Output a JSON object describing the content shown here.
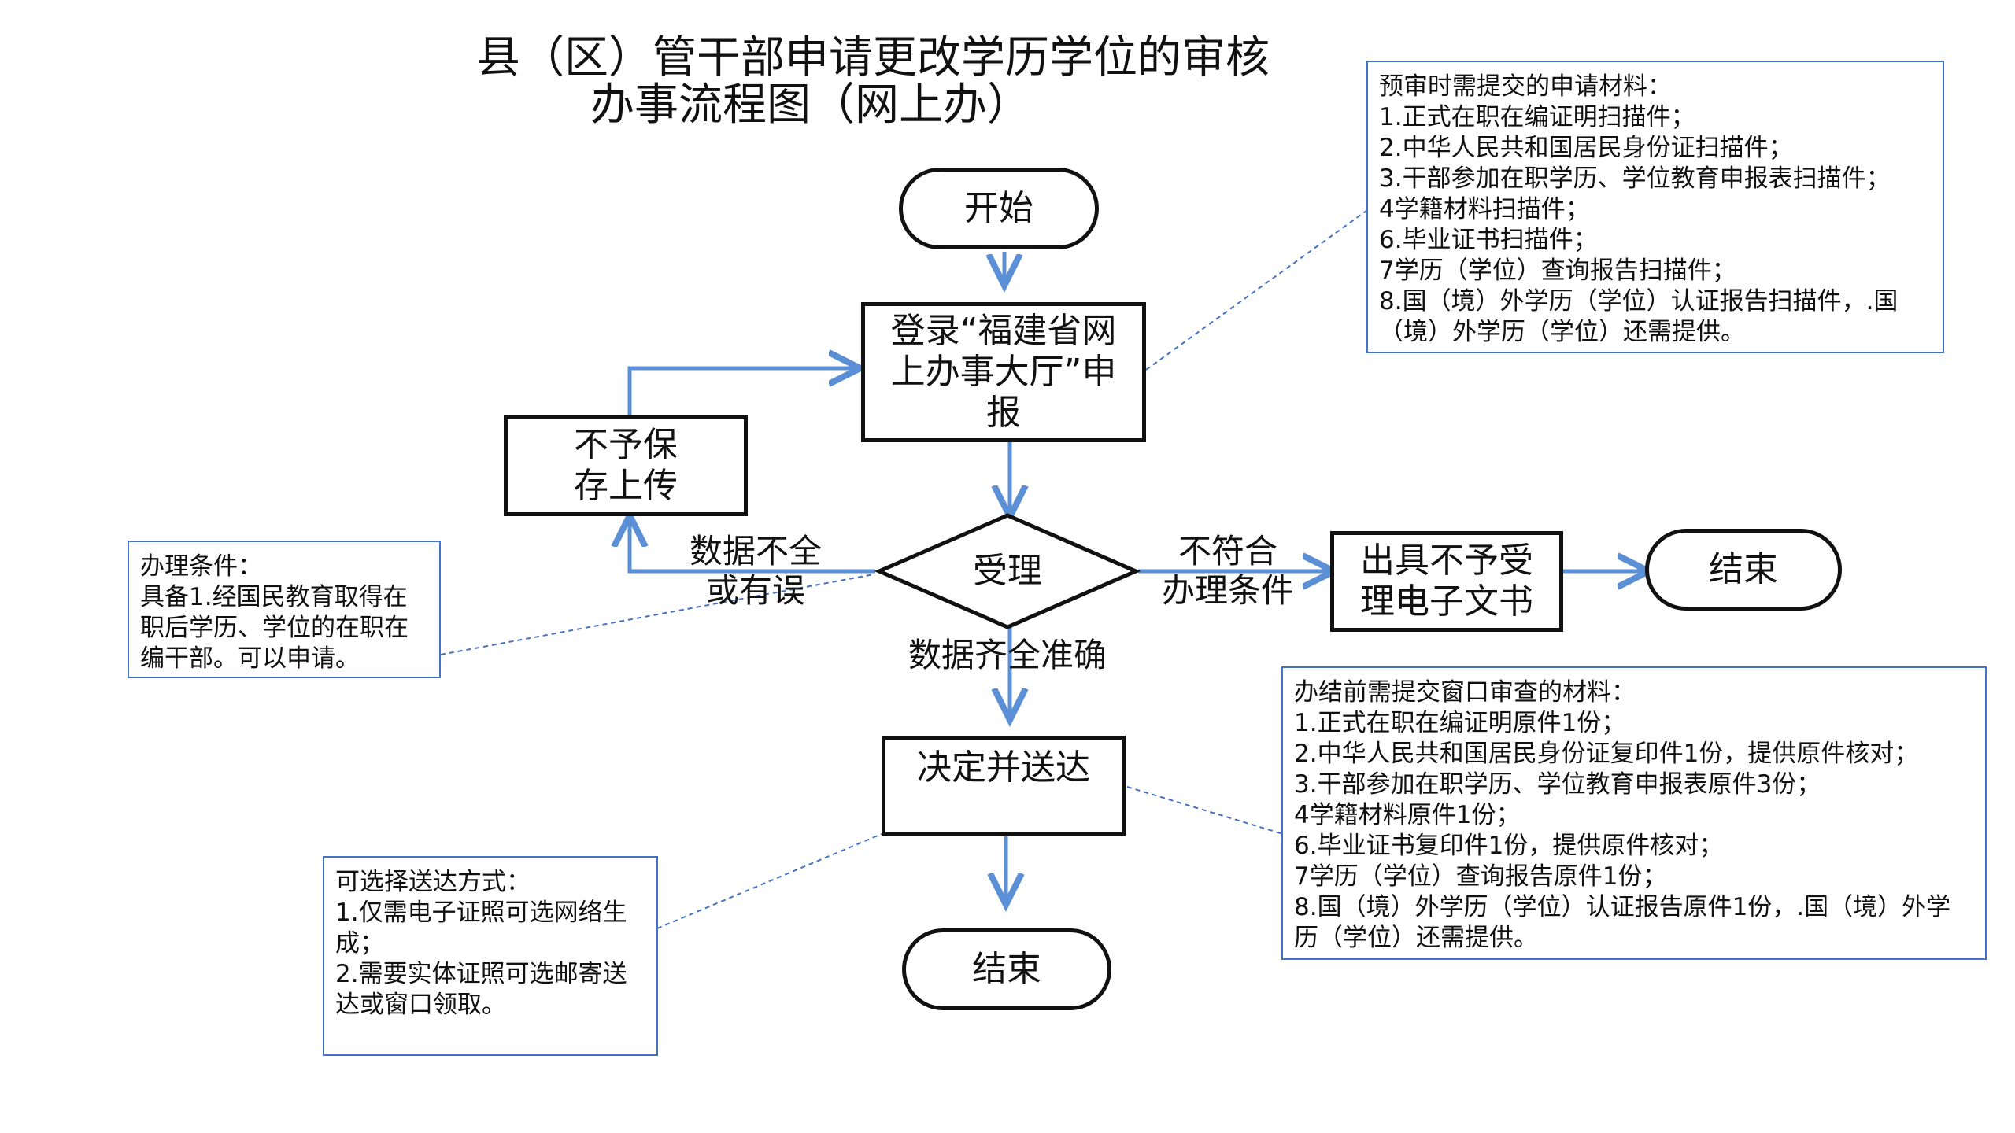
{
  "title": {
    "line1": "县（区）管干部申请更改学历学位的审核",
    "line2": "办事流程图（网上办）"
  },
  "nodes": {
    "start": "开始",
    "login": [
      "登录“福建省网",
      "上办事大厅”申",
      "报"
    ],
    "no_save": [
      "不予保",
      "存上传"
    ],
    "accept": "受理",
    "reject_doc": [
      "出具不予受",
      "理电子文书"
    ],
    "end_right": "结束",
    "decide": "决定并送达",
    "end_bottom": "结束"
  },
  "edge_labels": {
    "incomplete": [
      "数据不全",
      "或有误"
    ],
    "not_qualified": [
      "不符合",
      "办理条件"
    ],
    "complete": "数据齐全准确"
  },
  "notes": {
    "pre_review": [
      "预审时需提交的申请材料：",
      "1.正式在职在编证明扫描件；",
      "2.中华人民共和国居民身份证扫描件；",
      "3.干部参加在职学历、学位教育申报表扫描件；",
      "4学籍材料扫描件；",
      "6.毕业证书扫描件；",
      "7学历（学位）查询报告扫描件；",
      "8.国（境）外学历（学位）认证报告扫描件，.国（境）外学历（学位）还需提供。"
    ],
    "conditions": [
      "办理条件：",
      "具备1.经国民教育取得在职后学历、学位的在职在编干部。可以申请。"
    ],
    "window_check": [
      "办结前需提交窗口审查的材料：",
      "1.正式在职在编证明原件1份；",
      "2.中华人民共和国居民身份证复印件1份，提供原件核对；",
      "3.干部参加在职学历、学位教育申报表原件3份；",
      "4学籍材料原件1份；",
      "6.毕业证书复印件1份，提供原件核对；",
      "7学历（学位）查询报告原件1份；",
      "8.国（境）外学历（学位）认证报告原件1份，.国（境）外学历（学位）还需提供。"
    ],
    "delivery": [
      "可选择送达方式：",
      "1.仅需电子证照可选网络生成；",
      "2.需要实体证照可选邮寄送达或窗口领取。"
    ]
  },
  "colors": {
    "arrow": "#5b8fd6",
    "note_border": "#4472c4",
    "node_border": "#111111"
  }
}
